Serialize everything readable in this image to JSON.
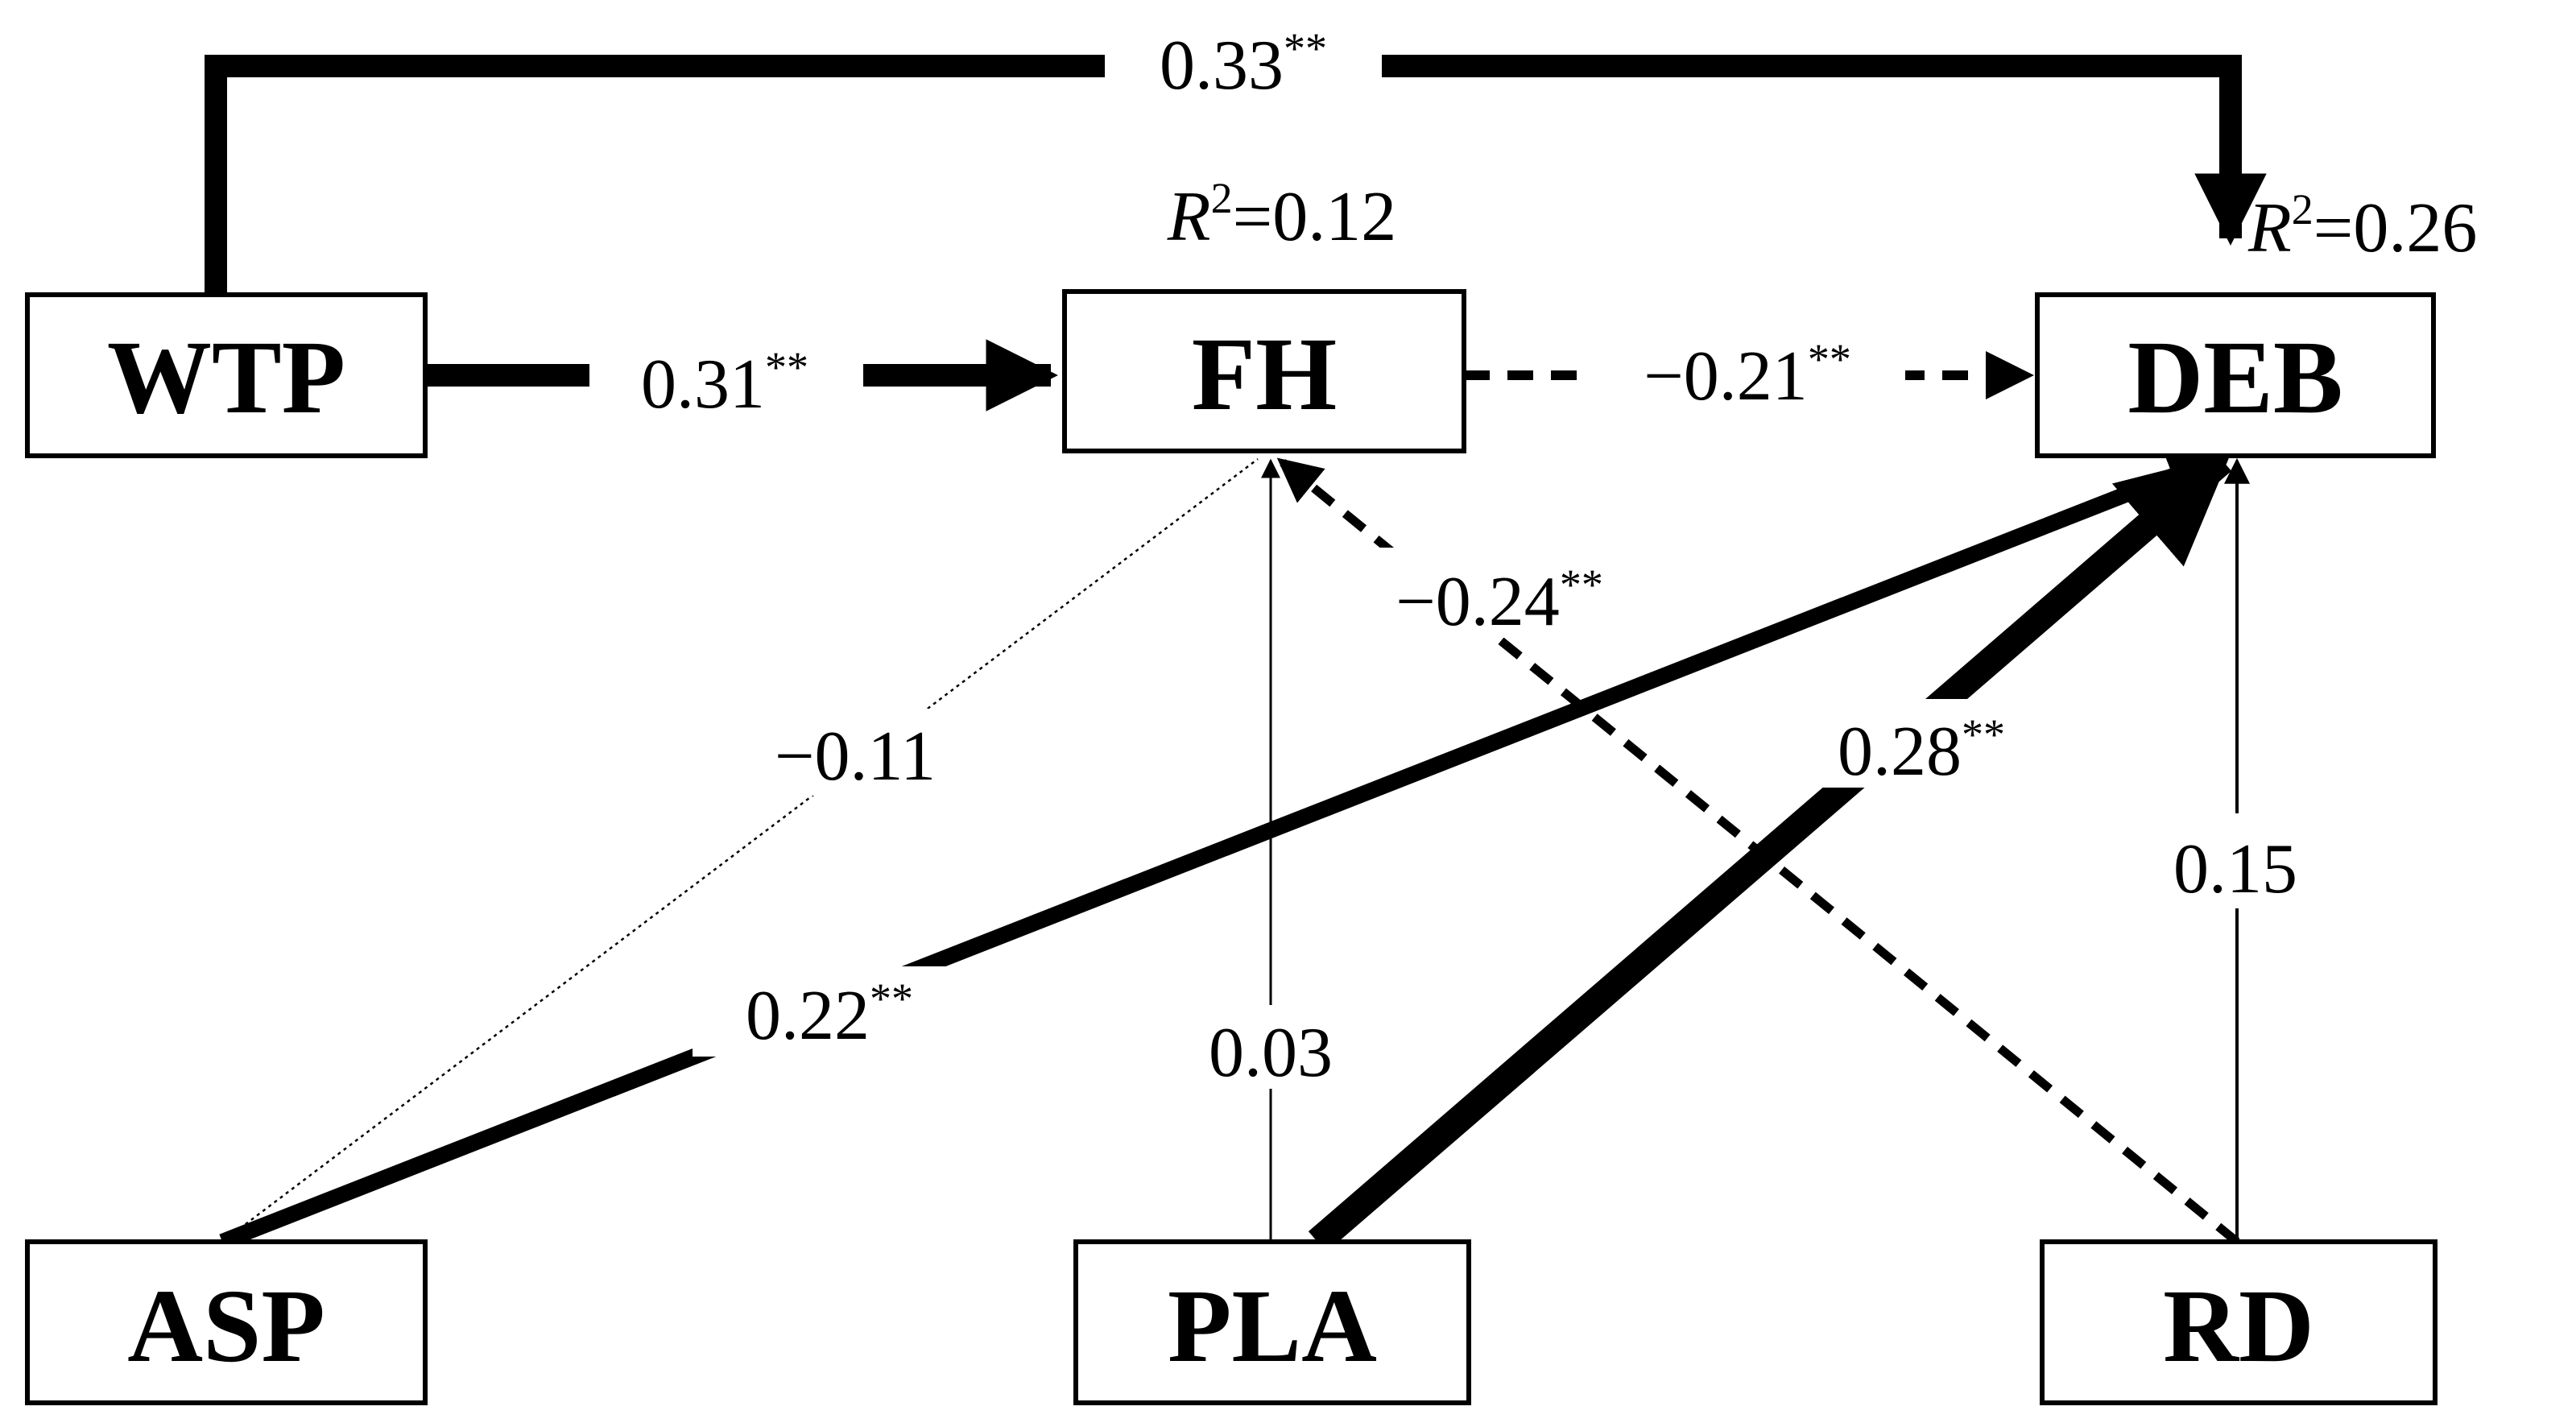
{
  "nodes": {
    "wtp": "WTP",
    "fh": "FH",
    "deb": "DEB",
    "asp": "ASP",
    "pla": "PLA",
    "rd": "RD"
  },
  "r_squared": {
    "fh": {
      "symbol": "R",
      "power": "2",
      "value": "=0.12"
    },
    "deb": {
      "symbol": "R",
      "power": "2",
      "value": "=0.26"
    }
  },
  "paths": [
    {
      "id": "wtp-deb",
      "from": "WTP",
      "to": "DEB",
      "coefficient": "0.33",
      "significance": "**",
      "line_style": "solid"
    },
    {
      "id": "wtp-fh",
      "from": "WTP",
      "to": "FH",
      "coefficient": "0.31",
      "significance": "**",
      "line_style": "solid"
    },
    {
      "id": "fh-deb",
      "from": "FH",
      "to": "DEB",
      "coefficient": "−0.21",
      "significance": "**",
      "line_style": "dashed"
    },
    {
      "id": "asp-fh",
      "from": "ASP",
      "to": "FH",
      "coefficient": "−0.11",
      "significance": "",
      "line_style": "dotted"
    },
    {
      "id": "asp-deb",
      "from": "ASP",
      "to": "DEB",
      "coefficient": "0.22",
      "significance": "**",
      "line_style": "solid"
    },
    {
      "id": "pla-fh",
      "from": "PLA",
      "to": "FH",
      "coefficient": "0.03",
      "significance": "",
      "line_style": "solid"
    },
    {
      "id": "pla-deb",
      "from": "PLA",
      "to": "DEB",
      "coefficient": "0.28",
      "significance": "**",
      "line_style": "solid"
    },
    {
      "id": "rd-fh",
      "from": "RD",
      "to": "FH",
      "coefficient": "−0.24",
      "significance": "**",
      "line_style": "dashed"
    },
    {
      "id": "rd-deb",
      "from": "RD",
      "to": "DEB",
      "coefficient": "0.15",
      "significance": "",
      "line_style": "solid"
    }
  ],
  "colors": {
    "line": "#000000",
    "background": "#ffffff"
  }
}
